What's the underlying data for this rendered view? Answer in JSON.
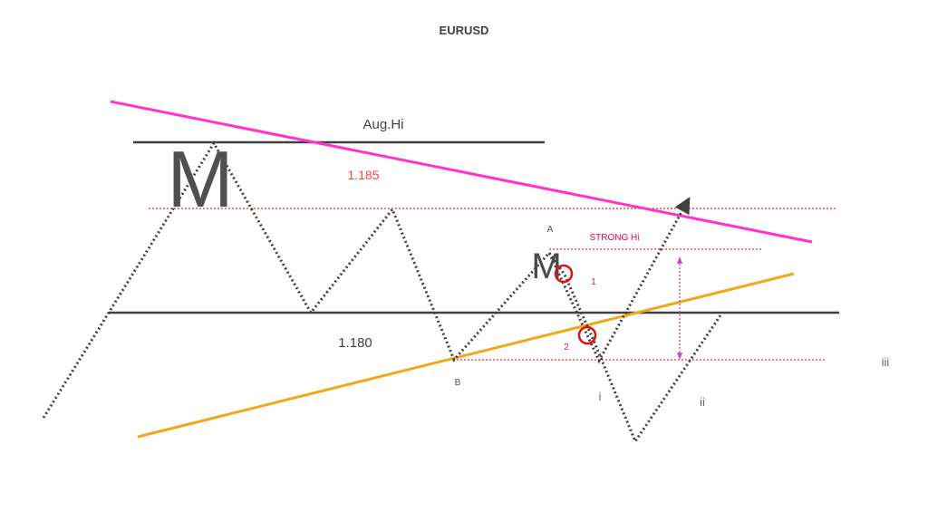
{
  "title": "EURUSD",
  "levels": {
    "aug_hi_label": "Aug.Hi",
    "upper_price": "1.185",
    "lower_price": "1.180",
    "strong_hi_label": "STRONG Hi"
  },
  "markers": {
    "big_m": "M",
    "small_m": "M",
    "point_a": "A",
    "point_b": "B",
    "wave_1": "1",
    "wave_2": "2",
    "wave_i": "i",
    "wave_ii": "ii",
    "wave_iii": "iii"
  },
  "colors": {
    "title": "#404040",
    "level_line": "#404040",
    "resistance_line": "#ff33cc",
    "support_line": "#f0a818",
    "path": "#404040",
    "dotted_red": "#e53030",
    "price_red": "#ff4444",
    "strong_hi": "#e8005a",
    "arrow_magenta": "#d040d0",
    "marker_circle": "#dd1111",
    "big_m": "#505050",
    "small_m": "#4a4a4a",
    "point_label": "#505050",
    "wave_label": "#666666",
    "wave_number": "#e0205a"
  }
}
